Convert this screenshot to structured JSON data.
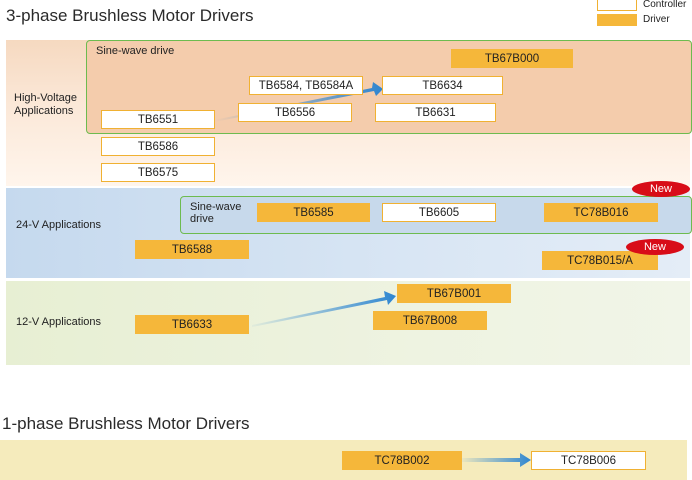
{
  "sections": {
    "three_phase_title": "3-phase Brushless Motor Drivers",
    "one_phase_title": "1-phase Brushless Motor Drivers"
  },
  "legend": {
    "controller": "Controller",
    "driver": "Driver"
  },
  "groups": {
    "hv_sine": "Sine-wave drive",
    "v24_sine_line1": "Sine-wave",
    "v24_sine_line2": "drive"
  },
  "applications": {
    "high_voltage_line1": "High-Voltage",
    "high_voltage_line2": "Applications",
    "v24": "24-V Applications",
    "v12": "12-V Applications"
  },
  "parts": {
    "tb67b000": "TB67B000",
    "tb6584": "TB6584, TB6584A",
    "tb6634": "TB6634",
    "tb6551": "TB6551",
    "tb6556": "TB6556",
    "tb6631": "TB6631",
    "tb6586": "TB6586",
    "tb6575": "TB6575",
    "tb6585": "TB6585",
    "tb6605": "TB6605",
    "tc78b016": "TC78B016",
    "tb6588": "TB6588",
    "tc78b015a": "TC78B015/A",
    "tb67b001": "TB67B001",
    "tb6633": "TB6633",
    "tb67b008": "TB67B008",
    "tc78b002": "TC78B002",
    "tc78b006": "TC78B006"
  },
  "badges": {
    "new_1": "New",
    "new_2": "New"
  },
  "colors": {
    "driver": "#f5b73a",
    "controller_border": "#f0b132",
    "group_border": "#6dbb4f",
    "new_badge": "#d80c18",
    "arrow": "#2e86d1"
  }
}
